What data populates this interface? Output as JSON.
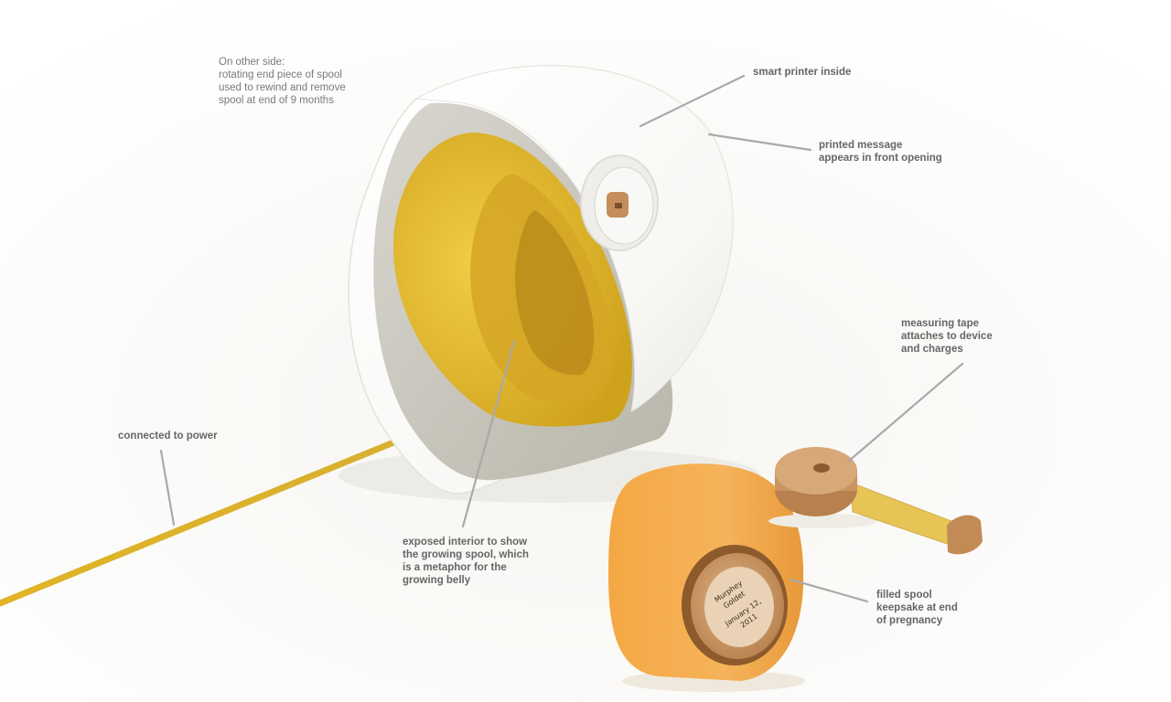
{
  "annotations": {
    "other_side": "On other side:\nrotating end piece of spool\nused to rewind and remove\nspool at end of 9 months",
    "smart_printer": "smart printer inside",
    "printed_message": "printed message\nappears in front opening",
    "measuring_tape": "measuring tape\nattaches to device\nand charges",
    "connected_power": "connected to power",
    "exposed_interior": "exposed interior to show\nthe growing spool, which\nis a metaphor for the\ngrowing belly",
    "filled_spool": "filled spool\nkeepsake at end\nof pregnancy"
  },
  "spool_label": {
    "line1": "Murphey",
    "line2": "Goldet",
    "line3": "January 12,",
    "line4": "2011"
  },
  "colors": {
    "shell": "#fbfbf9",
    "yellow": "#e5bc2c",
    "orange_spool": "#f3ab4c",
    "wood": "#c99462",
    "leader_line": "#a9a9a9",
    "label_text": "#6f6f6f"
  }
}
